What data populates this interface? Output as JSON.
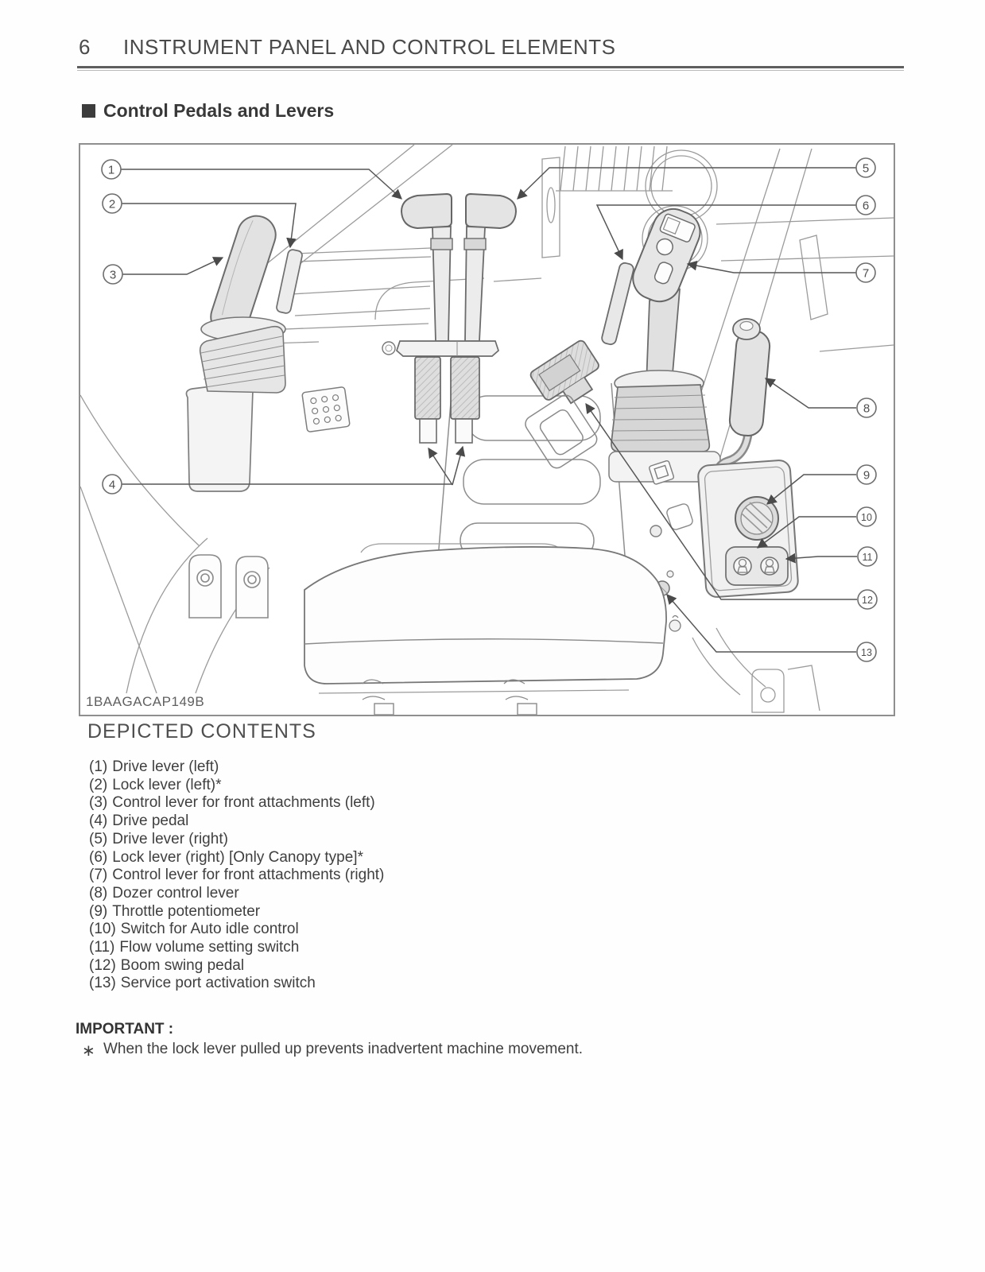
{
  "page": {
    "number": "6",
    "title": "INSTRUMENT PANEL AND CONTROL ELEMENTS"
  },
  "section": {
    "title": "Control Pedals and Levers"
  },
  "figure": {
    "caption": "1BAAGACAP149B",
    "callouts": [
      {
        "num": "1"
      },
      {
        "num": "2"
      },
      {
        "num": "3"
      },
      {
        "num": "4"
      },
      {
        "num": "5"
      },
      {
        "num": "6"
      },
      {
        "num": "7"
      },
      {
        "num": "8"
      },
      {
        "num": "9"
      },
      {
        "num": "10"
      },
      {
        "num": "11"
      },
      {
        "num": "12"
      },
      {
        "num": "13"
      }
    ]
  },
  "contents": {
    "heading": "DEPICTED CONTENTS",
    "items": [
      {
        "marker": "(1)",
        "text": "Drive lever (left)"
      },
      {
        "marker": "(2)",
        "text": "Lock lever (left)*"
      },
      {
        "marker": "(3)",
        "text": "Control lever for front attachments (left)"
      },
      {
        "marker": "(4)",
        "text": "Drive pedal"
      },
      {
        "marker": "(5)",
        "text": "Drive lever (right)"
      },
      {
        "marker": "(6)",
        "text": "Lock lever (right) [Only Canopy type]*"
      },
      {
        "marker": "(7)",
        "text": "Control lever for front attachments (right)"
      },
      {
        "marker": "(8)",
        "text": "Dozer control lever"
      },
      {
        "marker": "(9)",
        "text": "Throttle potentiometer"
      },
      {
        "marker": "(10)",
        "text": "Switch for Auto idle control"
      },
      {
        "marker": "(11)",
        "text": "Flow volume setting switch"
      },
      {
        "marker": "(12)",
        "text": "Boom swing pedal"
      },
      {
        "marker": "(13)",
        "text": "Service port activation switch"
      }
    ]
  },
  "important": {
    "label": "IMPORTANT :",
    "bullet": "∗",
    "text": "When the lock lever pulled up prevents inadvertent machine movement."
  }
}
